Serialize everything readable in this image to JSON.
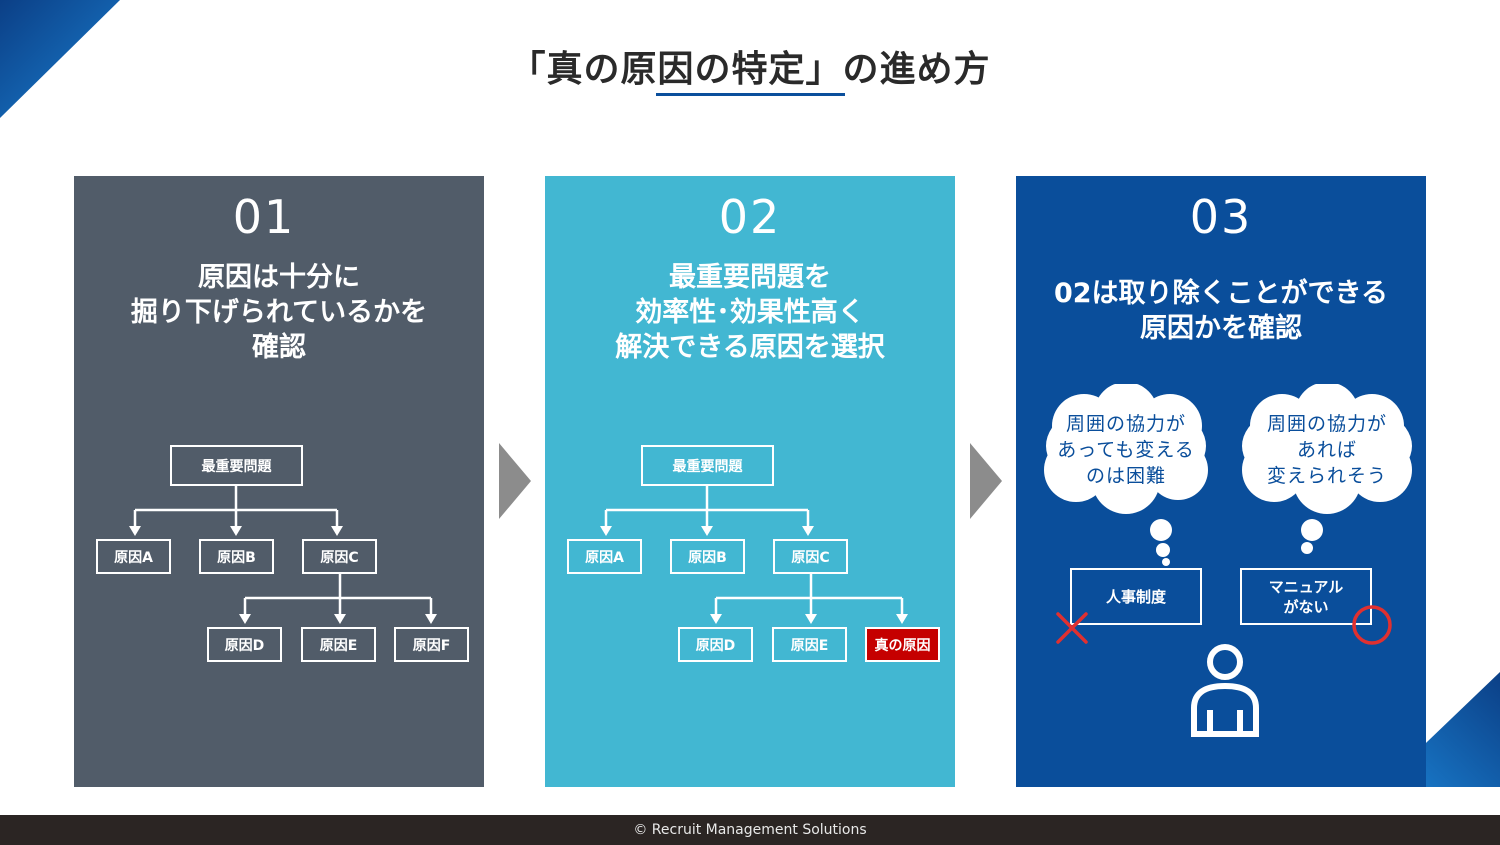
{
  "slide": {
    "title": "「真の原因の特定」の進め方"
  },
  "steps": [
    {
      "number": "01",
      "heading": "原因は十分に\n掘り下げられているかを\n確認",
      "tree": {
        "root": "最重要問題",
        "level1": [
          "原因A",
          "原因B",
          "原因C"
        ],
        "level2": [
          "原因D",
          "原因E",
          "原因F"
        ]
      }
    },
    {
      "number": "02",
      "heading": "最重要問題を\n効率性･効果性高く\n解決できる原因を選択",
      "tree": {
        "root": "最重要問題",
        "level1": [
          "原因A",
          "原因B",
          "原因C"
        ],
        "level2": [
          "原因D",
          "原因E",
          "真の原因"
        ]
      }
    },
    {
      "number": "03",
      "heading": "02は取り除くことができる\n原因かを確認",
      "thoughts": [
        "周囲の協力が\nあっても変える\nのは困難",
        "周囲の協力が\nあれば\n変えられそう"
      ],
      "options": [
        "人事制度",
        "マニュアル\nがない"
      ]
    }
  ],
  "footer": {
    "copyright": "© Recruit Management Solutions"
  },
  "colors": {
    "panel1": "#515c69",
    "panel2": "#42b7d2",
    "panel3": "#0a4e9b",
    "accent_red": "#c50000",
    "footer": "#2b2523"
  }
}
